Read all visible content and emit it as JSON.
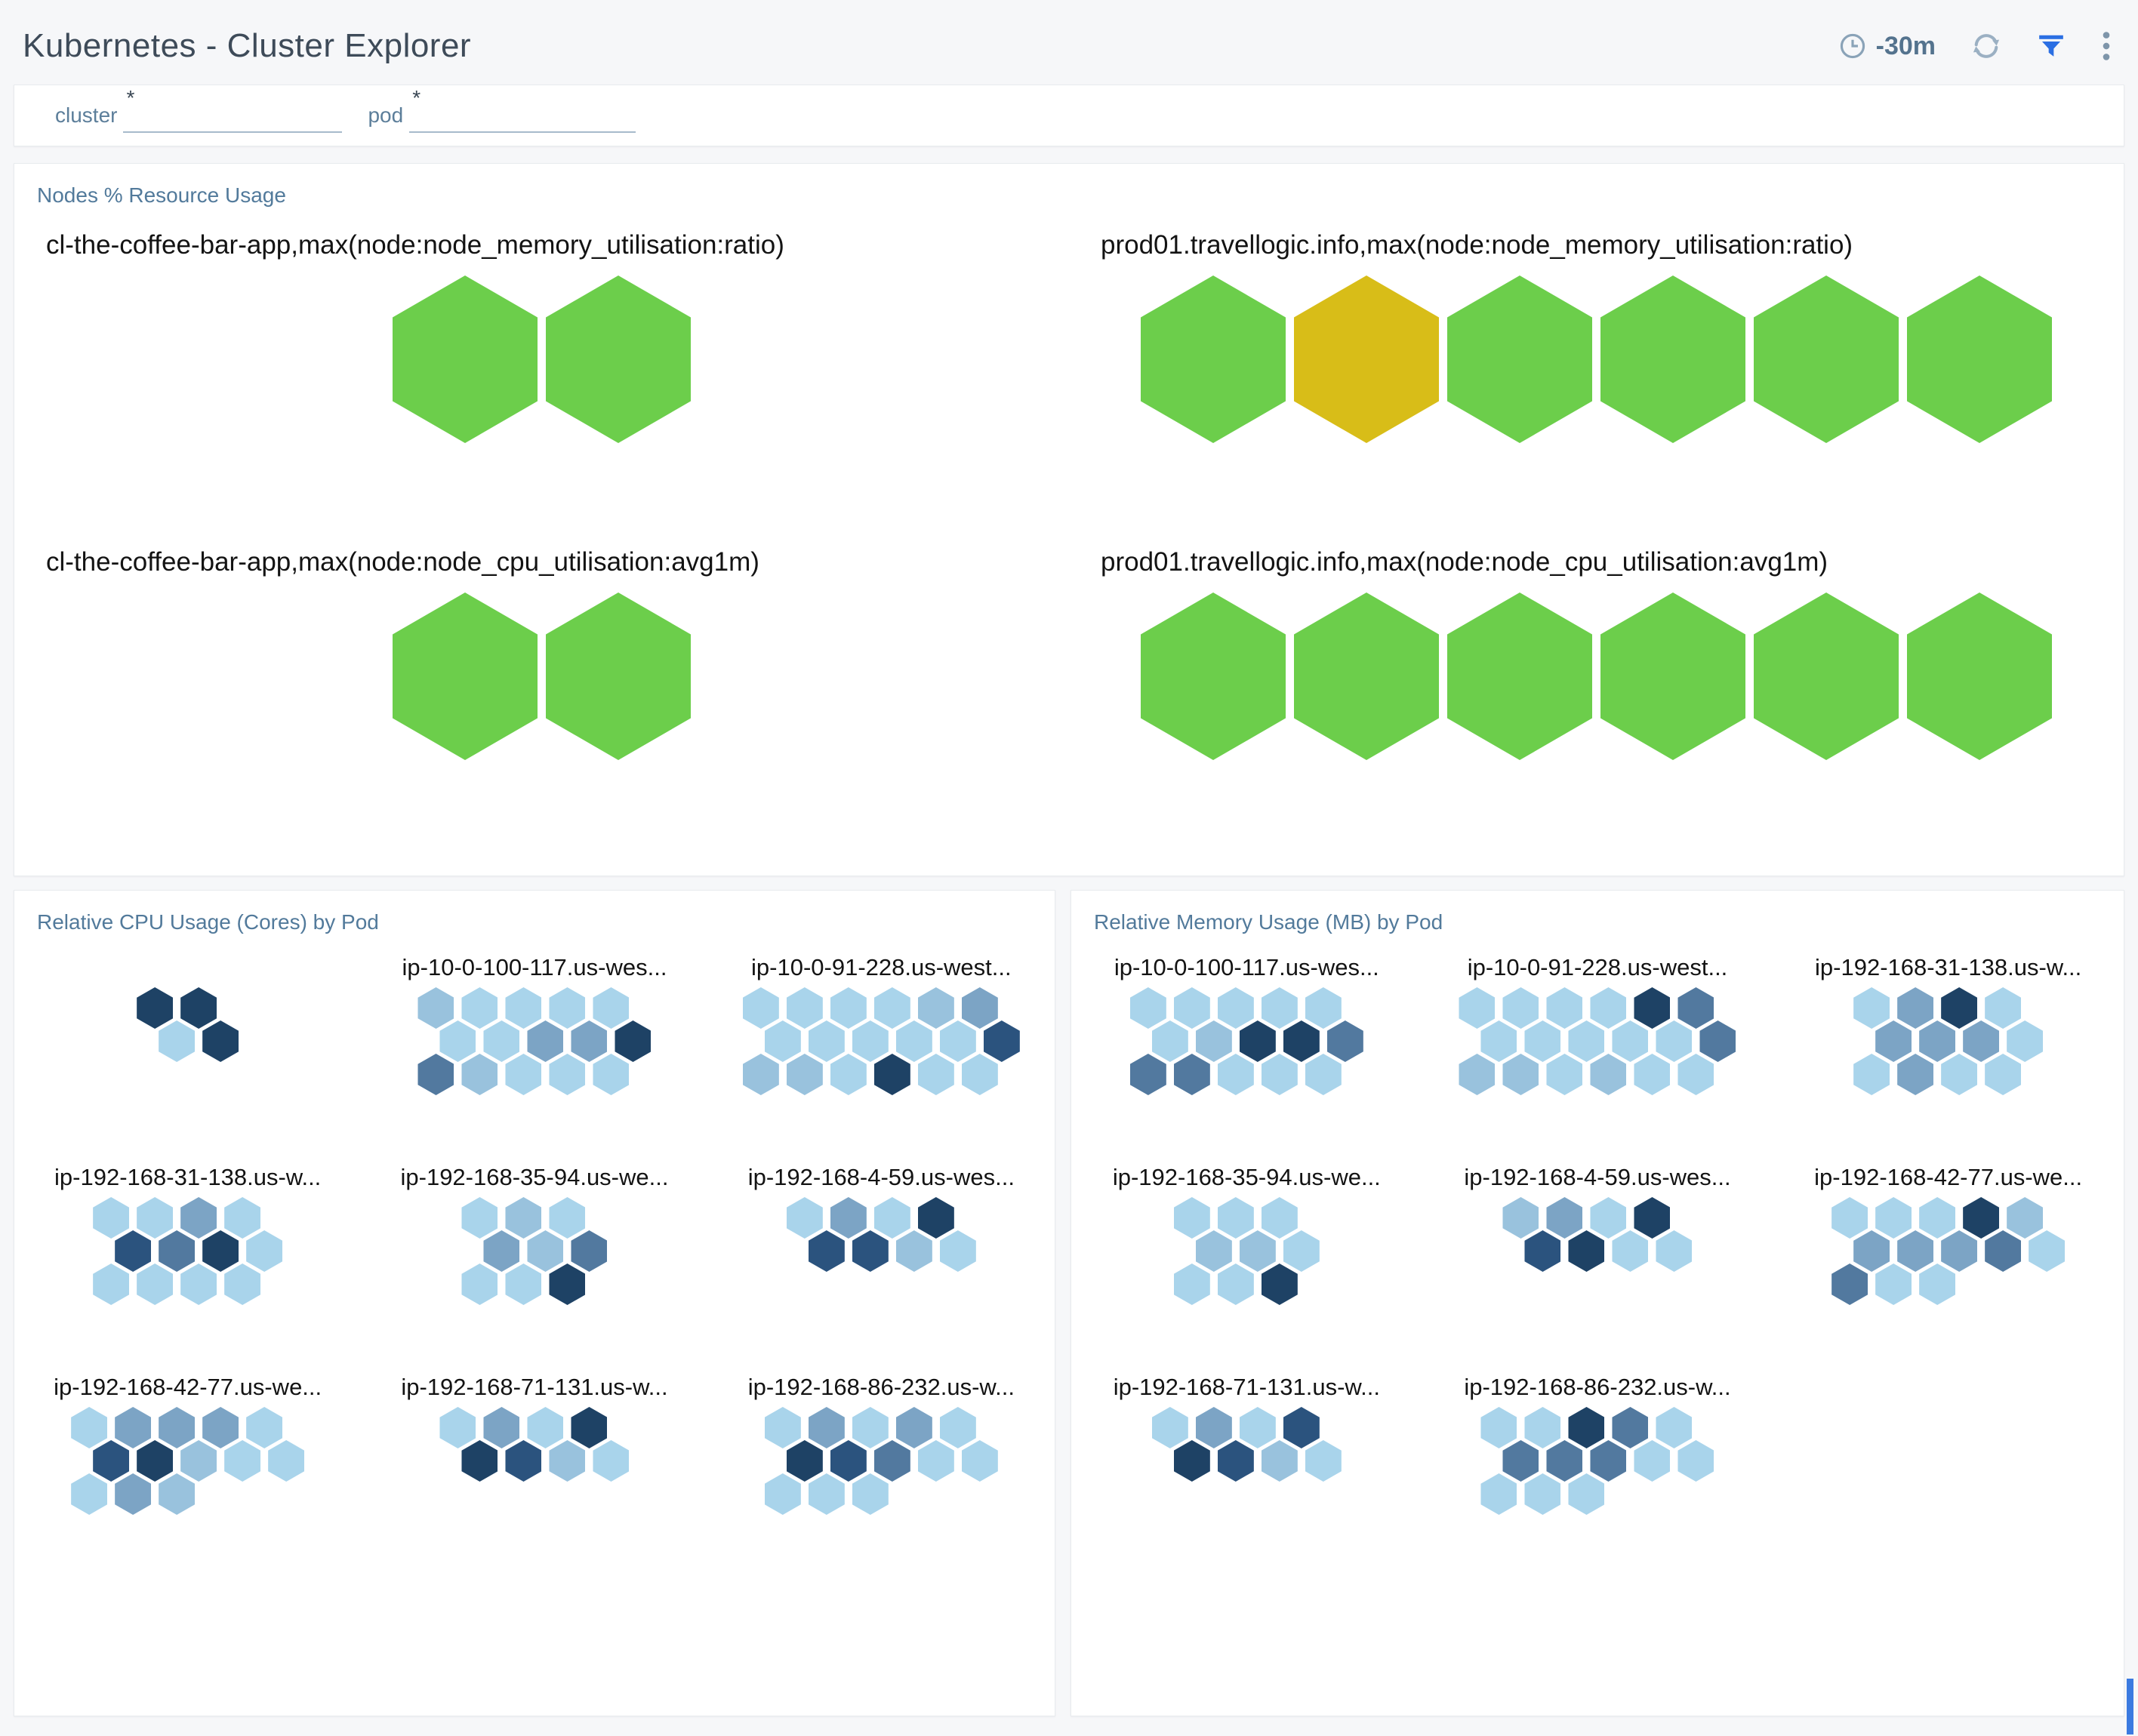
{
  "header": {
    "title": "Kubernetes - Cluster Explorer",
    "time_range": "-30m",
    "icons": [
      "clock-icon",
      "refresh-icon",
      "filter-icon",
      "kebab-menu-icon"
    ]
  },
  "filter_bar": {
    "fields": [
      {
        "label": "cluster",
        "required_marker": "*",
        "value": ""
      },
      {
        "label": "pod",
        "required_marker": "*",
        "value": ""
      }
    ]
  },
  "palette": {
    "green": "#6CCE4B",
    "yellow": "#D8BD18",
    "l": "#A9D4EB",
    "m": "#99C2DD",
    "s": "#7CA4C5",
    "t": "#52799F",
    "d": "#2B537E",
    "n": "#1E4265",
    "accent_blue": "#2B6FE3"
  },
  "panels": {
    "nodes": {
      "title": "Nodes % Resource Usage",
      "charts": [
        {
          "label": "cl-the-coffee-bar-app,max(node:node_memory_utilisation:ratio)",
          "hexes": [
            "green",
            "green"
          ]
        },
        {
          "label": "prod01.travellogic.info,max(node:node_memory_utilisation:ratio)",
          "hexes": [
            "green",
            "yellow",
            "green",
            "green",
            "green",
            "green"
          ]
        },
        {
          "label": "cl-the-coffee-bar-app,max(node:node_cpu_utilisation:avg1m)",
          "hexes": [
            "green",
            "green"
          ]
        },
        {
          "label": "prod01.travellogic.info,max(node:node_cpu_utilisation:avg1m)",
          "hexes": [
            "green",
            "green",
            "green",
            "green",
            "green",
            "green"
          ]
        }
      ]
    },
    "cpu": {
      "title": "Relative CPU Usage (Cores) by Pod",
      "clusters": [
        {
          "label": "",
          "rows": [
            {
              "offset": 0,
              "cells": [
                "n",
                "n"
              ]
            },
            {
              "offset": 1,
              "cells": [
                "l",
                "n"
              ]
            }
          ]
        },
        {
          "label": "ip-10-0-100-117.us-wes...",
          "rows": [
            {
              "offset": 0,
              "cells": [
                "m",
                "l",
                "l",
                "l",
                "l"
              ]
            },
            {
              "offset": 1,
              "cells": [
                "l",
                "l",
                "s",
                "s",
                "n"
              ]
            },
            {
              "offset": 0,
              "cells": [
                "t",
                "m",
                "l",
                "l",
                "l"
              ]
            }
          ]
        },
        {
          "label": "ip-10-0-91-228.us-west...",
          "rows": [
            {
              "offset": 0,
              "cells": [
                "l",
                "l",
                "l",
                "l",
                "m",
                "s"
              ]
            },
            {
              "offset": 1,
              "cells": [
                "l",
                "l",
                "l",
                "l",
                "l",
                "d"
              ]
            },
            {
              "offset": 0,
              "cells": [
                "m",
                "m",
                "l",
                "n",
                "l",
                "l"
              ]
            }
          ]
        },
        {
          "label": "ip-192-168-31-138.us-w...",
          "rows": [
            {
              "offset": 0,
              "cells": [
                "l",
                "l",
                "s",
                "l"
              ]
            },
            {
              "offset": 1,
              "cells": [
                "d",
                "t",
                "n",
                "l"
              ]
            },
            {
              "offset": 0,
              "cells": [
                "l",
                "l",
                "l",
                "l"
              ]
            }
          ]
        },
        {
          "label": "ip-192-168-35-94.us-we...",
          "rows": [
            {
              "offset": 0,
              "cells": [
                "l",
                "m",
                "l"
              ]
            },
            {
              "offset": 1,
              "cells": [
                "s",
                "m",
                "t"
              ]
            },
            {
              "offset": 0,
              "cells": [
                "l",
                "l",
                "n"
              ]
            }
          ]
        },
        {
          "label": "ip-192-168-4-59.us-wes...",
          "rows": [
            {
              "offset": 0,
              "cells": [
                "l",
                "s",
                "l",
                "n"
              ]
            },
            {
              "offset": 1,
              "cells": [
                "d",
                "d",
                "m",
                "l"
              ]
            }
          ]
        },
        {
          "label": "ip-192-168-42-77.us-we...",
          "rows": [
            {
              "offset": 0,
              "cells": [
                "l",
                "s",
                "s",
                "s",
                "l"
              ]
            },
            {
              "offset": 1,
              "cells": [
                "d",
                "n",
                "m",
                "l",
                "l"
              ]
            },
            {
              "offset": 0,
              "cells": [
                "l",
                "s",
                "m"
              ]
            }
          ]
        },
        {
          "label": "ip-192-168-71-131.us-w...",
          "rows": [
            {
              "offset": 0,
              "cells": [
                "l",
                "s",
                "l",
                "n"
              ]
            },
            {
              "offset": 1,
              "cells": [
                "n",
                "d",
                "m",
                "l"
              ]
            }
          ]
        },
        {
          "label": "ip-192-168-86-232.us-w...",
          "rows": [
            {
              "offset": 0,
              "cells": [
                "l",
                "s",
                "l",
                "s",
                "l"
              ]
            },
            {
              "offset": 1,
              "cells": [
                "n",
                "d",
                "t",
                "l",
                "l"
              ]
            },
            {
              "offset": 0,
              "cells": [
                "l",
                "l",
                "l"
              ]
            }
          ]
        }
      ]
    },
    "memory": {
      "title": "Relative Memory Usage (MB) by Pod",
      "clusters": [
        {
          "label": "ip-10-0-100-117.us-wes...",
          "rows": [
            {
              "offset": 0,
              "cells": [
                "l",
                "l",
                "l",
                "l",
                "l"
              ]
            },
            {
              "offset": 1,
              "cells": [
                "l",
                "m",
                "n",
                "n",
                "t"
              ]
            },
            {
              "offset": 0,
              "cells": [
                "t",
                "t",
                "l",
                "l",
                "l"
              ]
            }
          ]
        },
        {
          "label": "ip-10-0-91-228.us-west...",
          "rows": [
            {
              "offset": 0,
              "cells": [
                "l",
                "l",
                "l",
                "l",
                "n",
                "t"
              ]
            },
            {
              "offset": 1,
              "cells": [
                "l",
                "l",
                "l",
                "l",
                "l",
                "t"
              ]
            },
            {
              "offset": 0,
              "cells": [
                "m",
                "m",
                "l",
                "m",
                "l",
                "l"
              ]
            }
          ]
        },
        {
          "label": "ip-192-168-31-138.us-w...",
          "rows": [
            {
              "offset": 0,
              "cells": [
                "l",
                "s",
                "n",
                "l"
              ]
            },
            {
              "offset": 1,
              "cells": [
                "s",
                "s",
                "s",
                "l"
              ]
            },
            {
              "offset": 0,
              "cells": [
                "l",
                "s",
                "l",
                "l"
              ]
            }
          ]
        },
        {
          "label": "ip-192-168-35-94.us-we...",
          "rows": [
            {
              "offset": 0,
              "cells": [
                "l",
                "l",
                "l"
              ]
            },
            {
              "offset": 1,
              "cells": [
                "m",
                "m",
                "l"
              ]
            },
            {
              "offset": 0,
              "cells": [
                "l",
                "l",
                "n"
              ]
            }
          ]
        },
        {
          "label": "ip-192-168-4-59.us-wes...",
          "rows": [
            {
              "offset": 0,
              "cells": [
                "m",
                "s",
                "l",
                "n"
              ]
            },
            {
              "offset": 1,
              "cells": [
                "d",
                "n",
                "l",
                "l"
              ]
            }
          ]
        },
        {
          "label": "ip-192-168-42-77.us-we...",
          "rows": [
            {
              "offset": 0,
              "cells": [
                "l",
                "l",
                "l",
                "n",
                "m"
              ]
            },
            {
              "offset": 1,
              "cells": [
                "s",
                "s",
                "s",
                "t",
                "l"
              ]
            },
            {
              "offset": 0,
              "cells": [
                "t",
                "l",
                "l"
              ]
            }
          ]
        },
        {
          "label": "ip-192-168-71-131.us-w...",
          "rows": [
            {
              "offset": 0,
              "cells": [
                "l",
                "s",
                "l",
                "d"
              ]
            },
            {
              "offset": 1,
              "cells": [
                "n",
                "d",
                "m",
                "l"
              ]
            }
          ]
        },
        {
          "label": "ip-192-168-86-232.us-w...",
          "rows": [
            {
              "offset": 0,
              "cells": [
                "l",
                "l",
                "n",
                "t",
                "l"
              ]
            },
            {
              "offset": 1,
              "cells": [
                "t",
                "t",
                "t",
                "l",
                "l"
              ]
            },
            {
              "offset": 0,
              "cells": [
                "l",
                "l",
                "l"
              ]
            }
          ]
        }
      ]
    }
  }
}
